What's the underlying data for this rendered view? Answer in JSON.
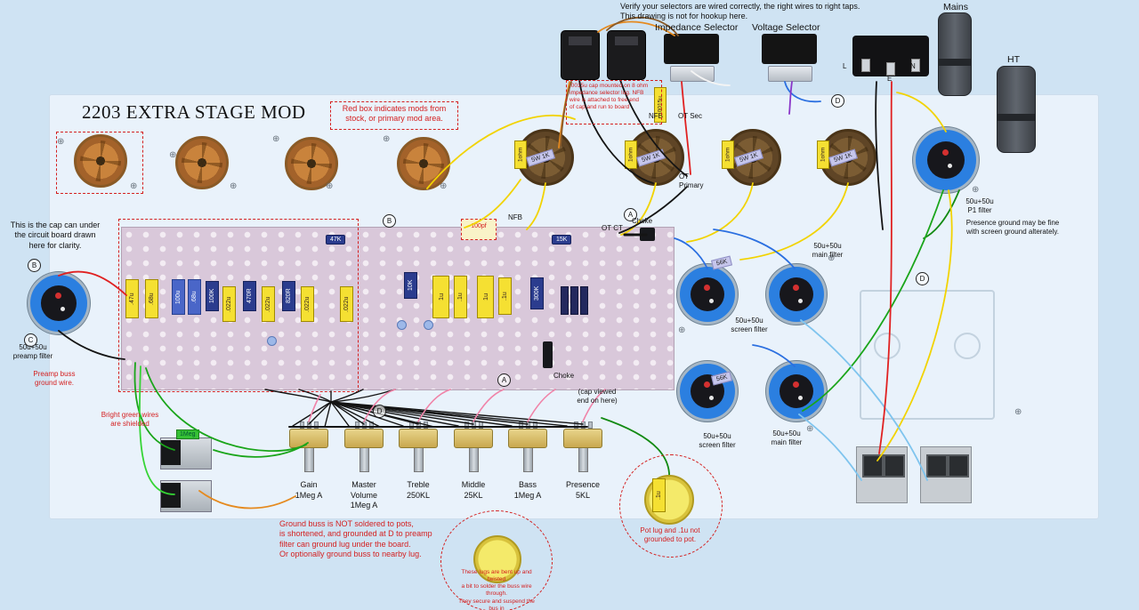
{
  "palette": {
    "background": "#cfe3f3",
    "chassis": "#e9f2fb",
    "board": "#d9c8da",
    "mod_red": "#d42020",
    "cap_yellow": "#f5e032",
    "cap_blue": "#4a66c8",
    "filter_cap_blue": "#2b7fe0",
    "wire_green": "#1aa51a",
    "wire_bright_green": "#35d435",
    "wire_yellow": "#f2d300",
    "wire_red": "#e02121",
    "wire_blue": "#2b6fe0",
    "wire_pink": "#f083a8",
    "wire_orange": "#e58a1f",
    "wire_black": "#141414"
  },
  "title": "2203 EXTRA STAGE MOD",
  "headers": {
    "impedance_selector": "Impedance Selector",
    "voltage_selector": "Voltage Selector",
    "mains": "Mains",
    "ht": "HT",
    "l": "L",
    "n": "N",
    "e": "E"
  },
  "labels": {
    "nfb_top": "NFB",
    "nfb_board": "NFB",
    "ot_sec": "OT Sec",
    "ot_primary": "OT\nPrimary",
    "ot_ct": "OT CT",
    "choke_top": "Choke",
    "choke_board": "Choke"
  },
  "notes": {
    "verify": "Verify your selectors are wired correctly, the right wires to right taps.\nThis drawing is not for hookup here.",
    "red_box": "Red box indicates mods from\nstock, or primary mod area.",
    "impedance_cap": ".0015u cap mounted on 8 ohm\nimpedance selector lug. NFB\nwire is attached to free end\nof cap and run to board",
    "cap_can": "This is the cap can under\nthe circuit board drawn\nhere for clarity.",
    "preamp_filter": "50u+50u\npreamp filter",
    "preamp_buss": "Preamp buss\nground wire.",
    "shielded": "Bright green wires\nare shielded",
    "p1_filter": "50u+50u\nP1 filter",
    "presence_ground": "Presence ground may be fine\nwith screen ground alterately.",
    "main_filter_top": "50u+50u\nmain filter",
    "screen_filter_top": "50u+50u\nscreen filter",
    "screen_filter_bottom": "50u+50u\nscreen filter",
    "main_filter_bottom": "50u+50u\nmain filter",
    "cap_viewed": "(cap viewed\nend on here)",
    "ground_buss": "Ground buss is NOT soldered to pots,\nis shortened, and grounded at D to preamp\nfilter can ground lug under the board.\nOr optionally ground buss to nearby lug.",
    "lugs": "These lugs are bent up and twisted\na bit to solder the buss wire through.\nThey secure and suspend the bus in\nthe air as a straight wire.",
    "pot_lug": "Pot lug and .1u not\ngrounded to pot."
  },
  "pots": [
    "Gain\n1Meg A",
    "Master\nVolume\n1Meg A",
    "Treble\n250KL",
    "Middle\n25KL",
    "Bass\n1Meg A",
    "Presence\n5KL"
  ],
  "board": {
    "caps": [
      ".47u",
      ".68u",
      "100u",
      ".68u",
      ".022u",
      ".022u",
      ".022u",
      ".022u",
      "1u",
      ".1u",
      "1u",
      ".1u"
    ],
    "resistors": [
      "47K",
      "15K",
      "10K",
      "100K",
      "470R",
      "820R",
      "300K"
    ],
    "c100pf": "100pf",
    "input_grid": "1Meg",
    "detail_cap": ".1u"
  },
  "power": {
    "cathode_resistor": "1ohm",
    "screen_resistor": "5W 1K",
    "bleeder": "56K",
    "nfb_cap": ".0015u"
  },
  "markers": {
    "a": "A",
    "b": "B",
    "c": "C",
    "d": "D"
  }
}
